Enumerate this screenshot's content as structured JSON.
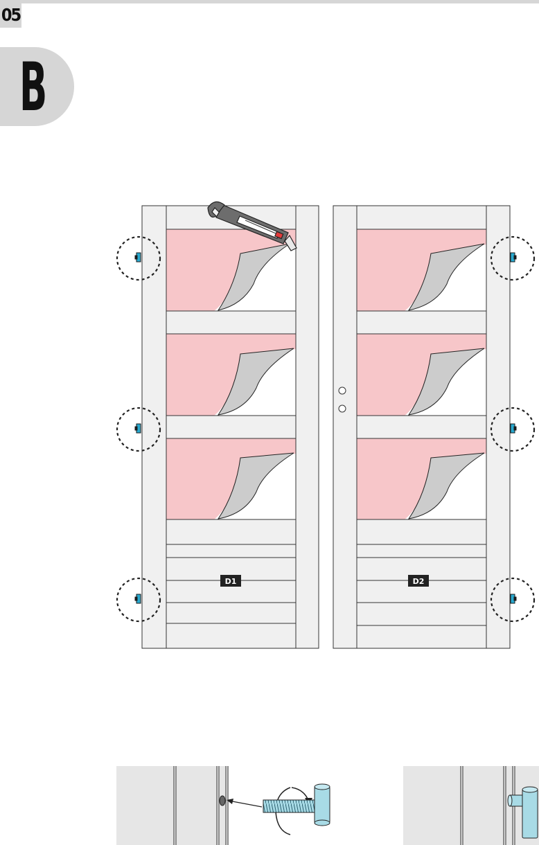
{
  "header": {
    "page_number": "05",
    "step_letter": "B"
  },
  "doors": [
    {
      "id": "left-door",
      "label": "D1"
    },
    {
      "id": "right-door",
      "label": "D2"
    }
  ],
  "colors": {
    "frame_fill": "#f0f0f0",
    "frame_stroke": "#333333",
    "protective_film": "#f7c6c9",
    "film_peel": "#cccccc",
    "hinge_pin": "#29a9cf",
    "detail_panel": "#e6e6e6",
    "hinge_detail": "#a8dbe6"
  },
  "icons": [
    "utility-knife-icon",
    "rotate-arrow-icon",
    "hinge-pin-icon"
  ]
}
